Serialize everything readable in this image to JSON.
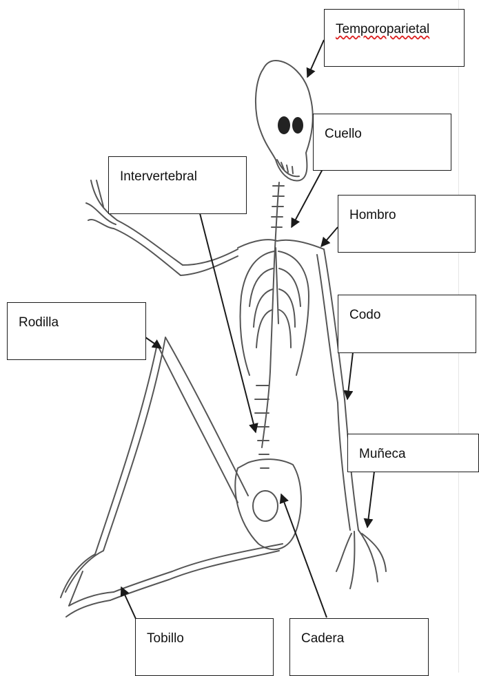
{
  "diagram": {
    "labels": {
      "temporoparietal": "Temporoparietal",
      "cuello": "Cuello",
      "hombro": "Hombro",
      "intervertebral": "Intervertebral",
      "rodilla": "Rodilla",
      "codo": "Codo",
      "muneca": "Muñeca",
      "tobillo": "Tobillo",
      "cadera": "Cadera"
    },
    "colors": {
      "line": "#1a1a1a",
      "bone": "#555555",
      "box_border": "#1a1a1a",
      "spellcheck": "#d22222"
    }
  }
}
